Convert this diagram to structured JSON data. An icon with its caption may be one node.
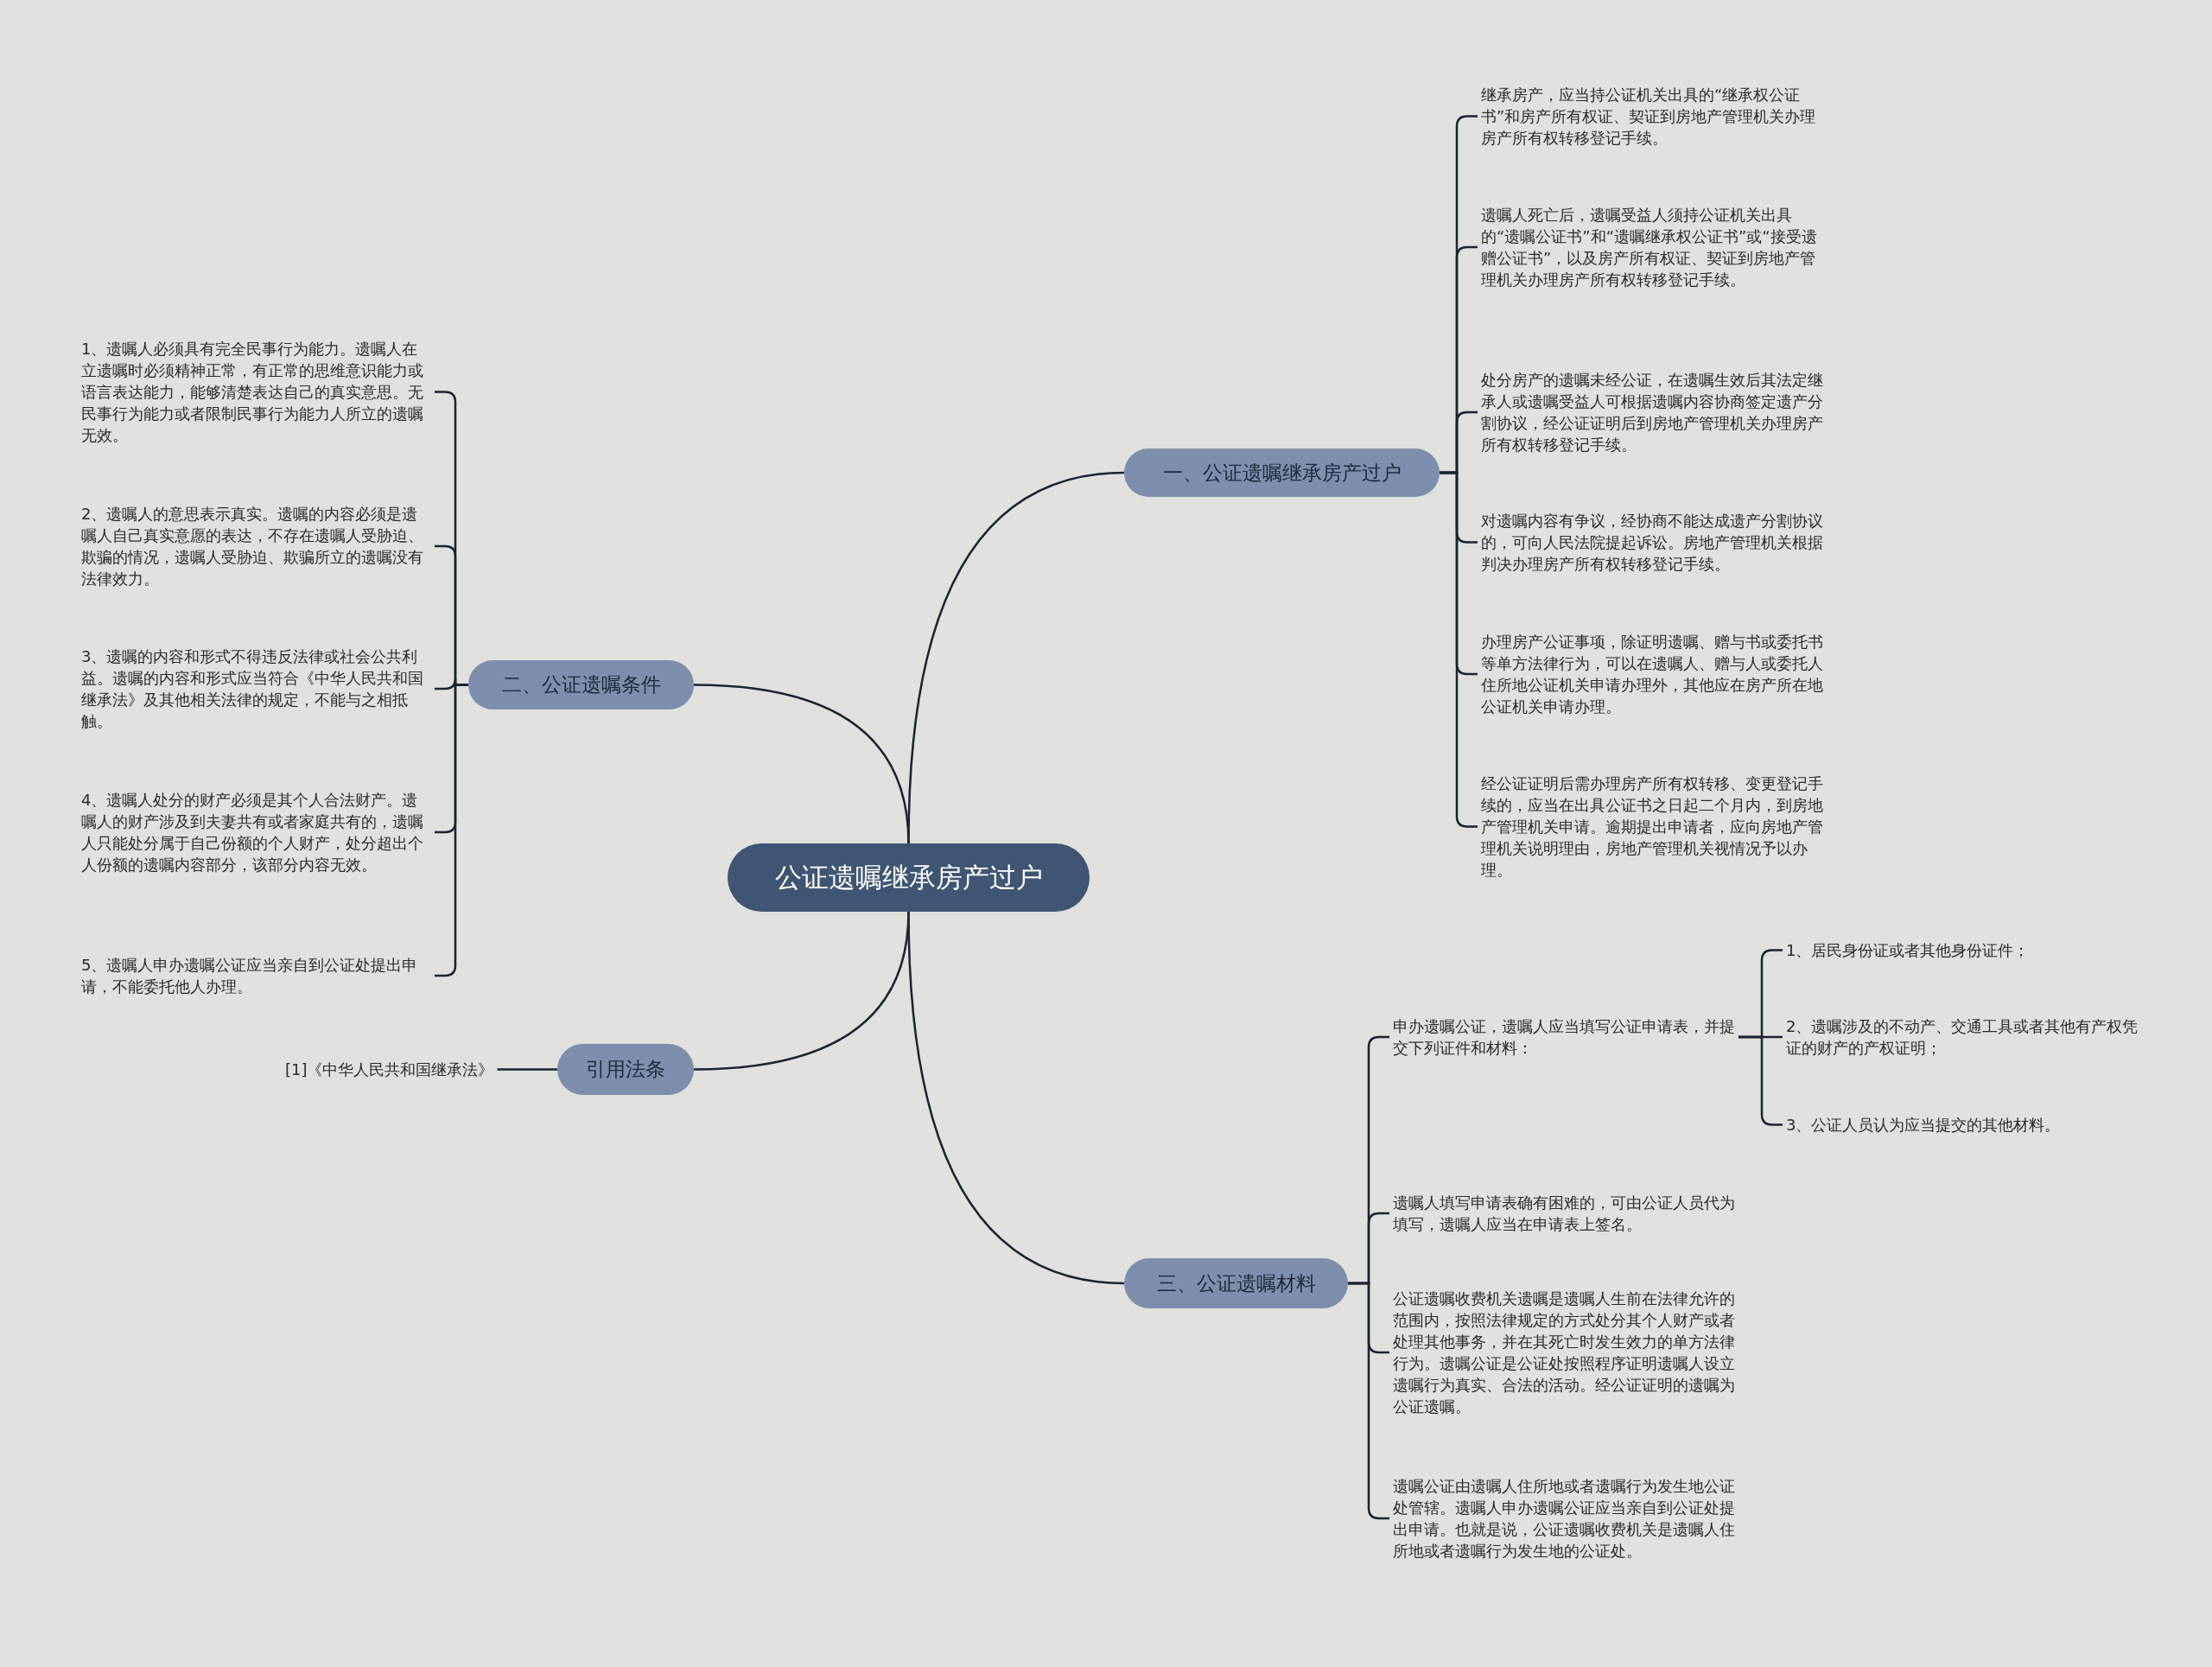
{
  "diagram": {
    "nodes": [
      {
        "text": [
          "公证遗嘱继承房产过户"
        ]
      },
      {
        "text": [
          "一、公证遗嘱继承房产过户"
        ]
      },
      {
        "text": [
          "继承房产，应当持公证机关出具的“继承权公证书”和房产所有权证、契证到房地产管理机关办理房产所有权转移登记手续。"
        ]
      },
      {
        "text": [
          "遗嘱人死亡后，遗嘱受益人须持公证机关出具的“遗嘱公证书”和“遗嘱继承权公证书”或“接受遗赠公证书”，以及房产所有权证、契证到房地产管理机关办理房产所有权转移登记手续。"
        ]
      },
      {
        "text": [
          "处分房产的遗嘱未经公证，在遗嘱生效后其法定继承人或遗嘱受益人可根据遗嘱内容协商签定遗产分割协议，经公证证明后到房地产管理机关办理房产所有权转移登记手续。"
        ]
      },
      {
        "text": [
          "对遗嘱内容有争议，经协商不能达成遗产分割协议的，可向人民法院提起诉讼。房地产管理机关根据判决办理房产所有权转移登记手续。"
        ]
      },
      {
        "text": [
          "办理房产公证事项，除证明遗嘱、赠与书或委托书等单方法律行为，可以在遗嘱人、赠与人或委托人住所地公证机关申请办理外，其他应在房产所在地公证机关申请办理。"
        ]
      },
      {
        "text": [
          "经公证证明后需办理房产所有权转移、变更登记手续的，应当在出具公证书之日起二个月内，到房地产管理机关申请。逾期提出申请者，应向房地产管理机关说明理由，房地产管理机关视情况予以办理。"
        ]
      },
      {
        "text": [
          "二、公证遗嘱条件"
        ]
      },
      {
        "text": [
          "1、遗嘱人必须具有完全民事行为能力。遗嘱人在立遗嘱时必须精神正常，有正常的思维意识能力或语言表达能力，能够清楚表达自己的真实意思。无民事行为能力或者限制民事行为能力人所立的遗嘱无效。"
        ]
      },
      {
        "text": [
          "2、遗嘱人的意思表示真实。遗嘱的内容必须是遗嘱人自己真实意愿的表达，不存在遗嘱人受胁迫、欺骗的情况，遗嘱人受胁迫、欺骗所立的遗嘱没有法律效力。"
        ]
      },
      {
        "text": [
          "3、遗嘱的内容和形式不得违反法律或社会公共利益。遗嘱的内容和形式应当符合《中华人民共和国继承法》及其他相关法律的规定，不能与之相抵触。"
        ]
      },
      {
        "text": [
          "4、遗嘱人处分的财产必须是其个人合法财产。遗嘱人的财产涉及到夫妻共有或者家庭共有的，遗嘱人只能处分属于自己份额的个人财产，处分超出个人份额的遗嘱内容部分，该部分内容无效。"
        ]
      },
      {
        "text": [
          "5、遗嘱人申办遗嘱公证应当亲自到公证处提出申请，不能委托他人办理。"
        ]
      },
      {
        "text": [
          "引用法条"
        ]
      },
      {
        "text": [
          "[1]《中华人民共和国继承法》"
        ]
      },
      {
        "text": [
          "三、公证遗嘱材料"
        ]
      },
      {
        "text": [
          "申办遗嘱公证，遗嘱人应当填写公证申请表，并提交下列证件和材料："
        ]
      },
      {
        "text": [
          "1、居民身份证或者其他身份证件；"
        ]
      },
      {
        "text": [
          "2、遗嘱涉及的不动产、交通工具或者其他有产权凭证的财产的产权证明；"
        ]
      },
      {
        "text": [
          "3、公证人员认为应当提交的其他材料。"
        ]
      },
      {
        "text": [
          "遗嘱人填写申请表确有困难的，可由公证人员代为填写，遗嘱人应当在申请表上签名。"
        ]
      },
      {
        "text": [
          "公证遗嘱收费机关遗嘱是遗嘱人生前在法律允许的范围内，按照法律规定的方式处分其个人财产或者处理其他事务，并在其死亡时发生效力的单方法律行为。遗嘱公证是公证处按照程序证明遗嘱人设立遗嘱行为真实、合法的活动。经公证证明的遗嘱为公证遗嘱。"
        ]
      },
      {
        "text": [
          "遗嘱公证由遗嘱人住所地或者遗嘱行为发生地公证处管辖。遗嘱人申办遗嘱公证应当亲自到公证处提出申请。也就是说，公证遗嘱收费机关是遗嘱人住所地或者遗嘱行为发生地的公证处。"
        ]
      }
    ],
    "edges": [
      {
        "from": 0,
        "to": 1,
        "arrow": "none"
      },
      {
        "from": 1,
        "to": 2,
        "arrow": "none"
      },
      {
        "from": 1,
        "to": 3,
        "arrow": "none"
      },
      {
        "from": 1,
        "to": 4,
        "arrow": "none"
      },
      {
        "from": 1,
        "to": 5,
        "arrow": "none"
      },
      {
        "from": 1,
        "to": 6,
        "arrow": "none"
      },
      {
        "from": 1,
        "to": 7,
        "arrow": "none"
      },
      {
        "from": 0,
        "to": 8,
        "arrow": "none"
      },
      {
        "from": 8,
        "to": 9,
        "arrow": "none"
      },
      {
        "from": 8,
        "to": 10,
        "arrow": "none"
      },
      {
        "from": 8,
        "to": 11,
        "arrow": "none"
      },
      {
        "from": 8,
        "to": 12,
        "arrow": "none"
      },
      {
        "from": 8,
        "to": 13,
        "arrow": "none"
      },
      {
        "from": 0,
        "to": 14,
        "arrow": "none"
      },
      {
        "from": 14,
        "to": 15,
        "arrow": "none"
      },
      {
        "from": 0,
        "to": 16,
        "arrow": "none"
      },
      {
        "from": 16,
        "to": 17,
        "arrow": "none"
      },
      {
        "from": 17,
        "to": 18,
        "arrow": "none"
      },
      {
        "from": 17,
        "to": 19,
        "arrow": "none"
      },
      {
        "from": 17,
        "to": 20,
        "arrow": "none"
      },
      {
        "from": 16,
        "to": 21,
        "arrow": "none"
      },
      {
        "from": 16,
        "to": 22,
        "arrow": "none"
      },
      {
        "from": 16,
        "to": 23,
        "arrow": "none"
      }
    ]
  }
}
